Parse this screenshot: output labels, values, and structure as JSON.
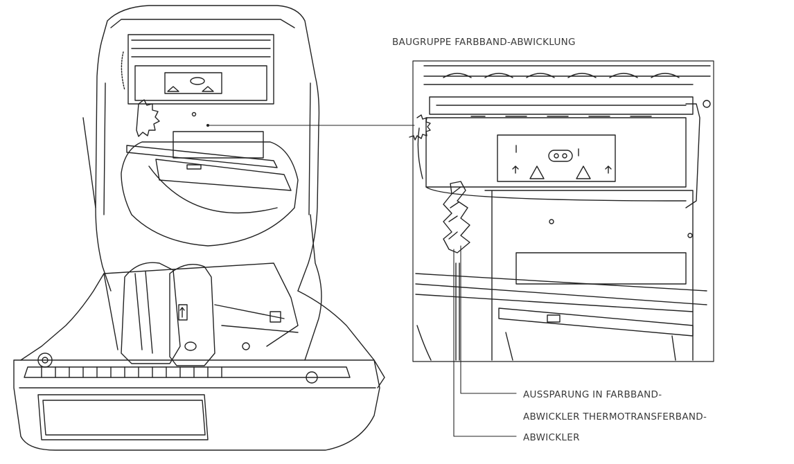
{
  "labels": {
    "top_callout": "BAUGRUPPE FARBBAND-ABWICKLUNG",
    "bottom_callout_lines": [
      "AUSSPARUNG IN FARBBAND-",
      "ABWICKLER THERMOTRANSFERBAND-",
      "ABWICKLER"
    ]
  },
  "illustration": {
    "subject": "printer-open-lid-icon",
    "detail_subject": "ribbon-supply-assembly-icon",
    "line_color": "#222222",
    "text_color": "#3a3a3a"
  }
}
